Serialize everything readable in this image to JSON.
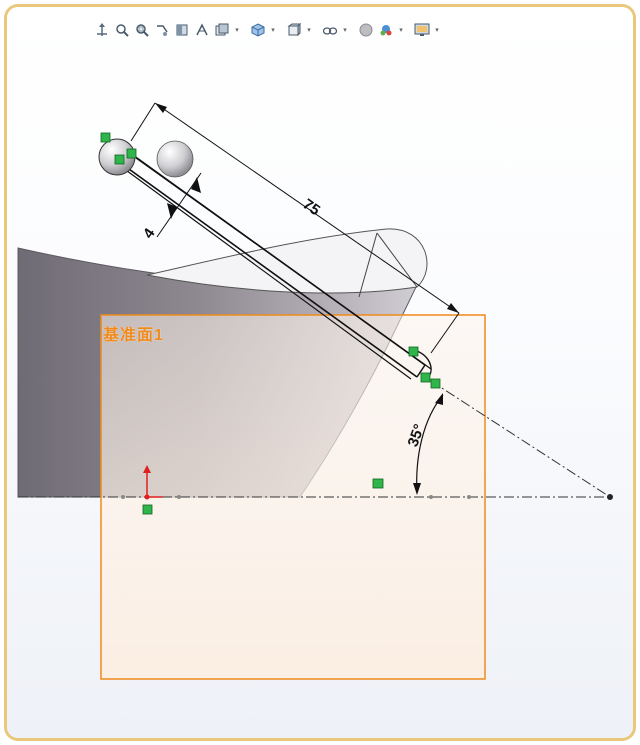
{
  "toolbar": {
    "items": [
      {
        "icon": "view-orientation-icon",
        "dropdown": false
      },
      {
        "icon": "zoom-to-fit-icon",
        "dropdown": false
      },
      {
        "icon": "zoom-to-area-icon",
        "dropdown": false
      },
      {
        "icon": "previous-view-icon",
        "dropdown": false
      },
      {
        "icon": "section-view-icon",
        "dropdown": false
      },
      {
        "icon": "dynamic-annotation-icon",
        "dropdown": false
      },
      {
        "icon": "view-settings-icon",
        "dropdown": true
      },
      {
        "icon": "view-cube-icon",
        "dropdown": true
      },
      {
        "icon": "display-style-icon",
        "dropdown": true
      },
      {
        "icon": "hide-show-items-icon",
        "dropdown": true
      },
      {
        "icon": "edit-appearance-icon",
        "dropdown": false
      },
      {
        "icon": "apply-scene-icon",
        "dropdown": true
      },
      {
        "icon": "view-setting-monitor-icon",
        "dropdown": true
      }
    ]
  },
  "sketch": {
    "plane_label": "基准面1",
    "dimension_length": "75",
    "dimension_width": "4",
    "dimension_angle": "35°"
  },
  "colors": {
    "plane_outline": "#f08a1c",
    "plane_label": "#f08a1c",
    "relation_marker": "#2fb54a",
    "origin_y": "#e02020",
    "body_shade": "#7b7680",
    "dimension": "#111111"
  }
}
